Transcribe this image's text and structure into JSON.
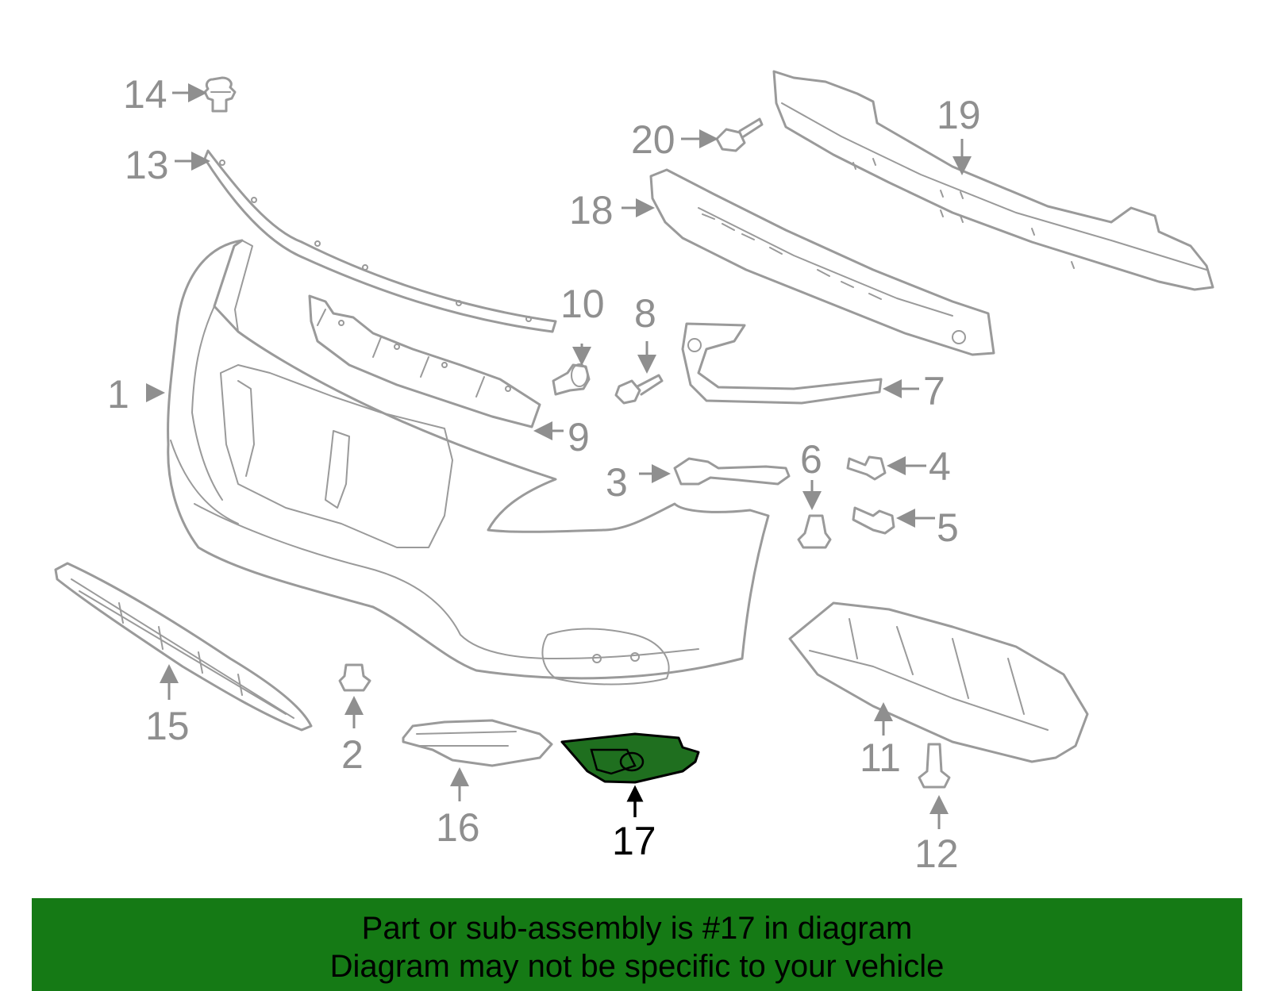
{
  "diagram": {
    "highlighted_part": "17",
    "highlight_color": "#1f6f1f",
    "callouts": [
      {
        "id": "c1",
        "label": "1"
      },
      {
        "id": "c2",
        "label": "2"
      },
      {
        "id": "c3",
        "label": "3"
      },
      {
        "id": "c4",
        "label": "4"
      },
      {
        "id": "c5",
        "label": "5"
      },
      {
        "id": "c6",
        "label": "6"
      },
      {
        "id": "c7",
        "label": "7"
      },
      {
        "id": "c8",
        "label": "8"
      },
      {
        "id": "c9",
        "label": "9"
      },
      {
        "id": "c10",
        "label": "10"
      },
      {
        "id": "c11",
        "label": "11"
      },
      {
        "id": "c12",
        "label": "12"
      },
      {
        "id": "c13",
        "label": "13"
      },
      {
        "id": "c14",
        "label": "14"
      },
      {
        "id": "c15",
        "label": "15"
      },
      {
        "id": "c16",
        "label": "16"
      },
      {
        "id": "c17",
        "label": "17"
      },
      {
        "id": "c18",
        "label": "18"
      },
      {
        "id": "c19",
        "label": "19"
      },
      {
        "id": "c20",
        "label": "20"
      }
    ]
  },
  "banner": {
    "line1": "Part or sub-assembly is #17 in diagram",
    "line2": "Diagram may not be specific to your vehicle",
    "background": "#157a15"
  }
}
